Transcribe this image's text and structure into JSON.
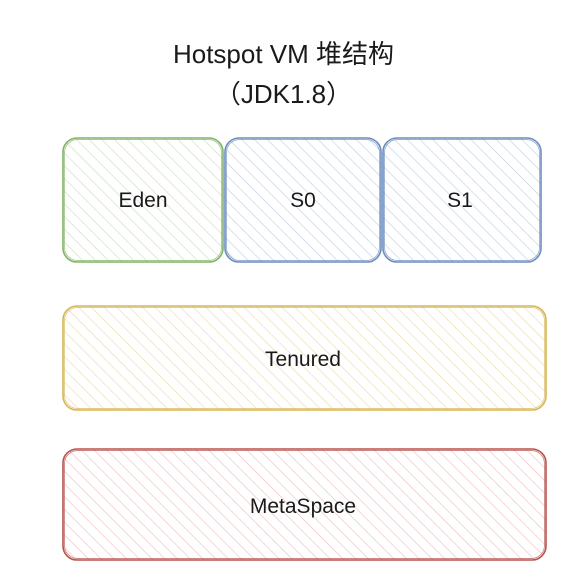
{
  "title": {
    "line1": "Hotspot VM  堆结构",
    "line2": "（JDK1.8）"
  },
  "blocks": {
    "eden": {
      "label": "Eden",
      "stroke": "#82b366",
      "fill": "#d5e8d4"
    },
    "s0": {
      "label": "S0",
      "stroke": "#6c8ebf",
      "fill": "#dae8fc"
    },
    "s1": {
      "label": "S1",
      "stroke": "#6c8ebf",
      "fill": "#dae8fc"
    },
    "tenured": {
      "label": "Tenured",
      "stroke": "#d6b656",
      "fill": "#ffe6cc"
    },
    "metaspace": {
      "label": "MetaSpace",
      "stroke": "#b85450",
      "fill": "#f8cecc"
    }
  }
}
